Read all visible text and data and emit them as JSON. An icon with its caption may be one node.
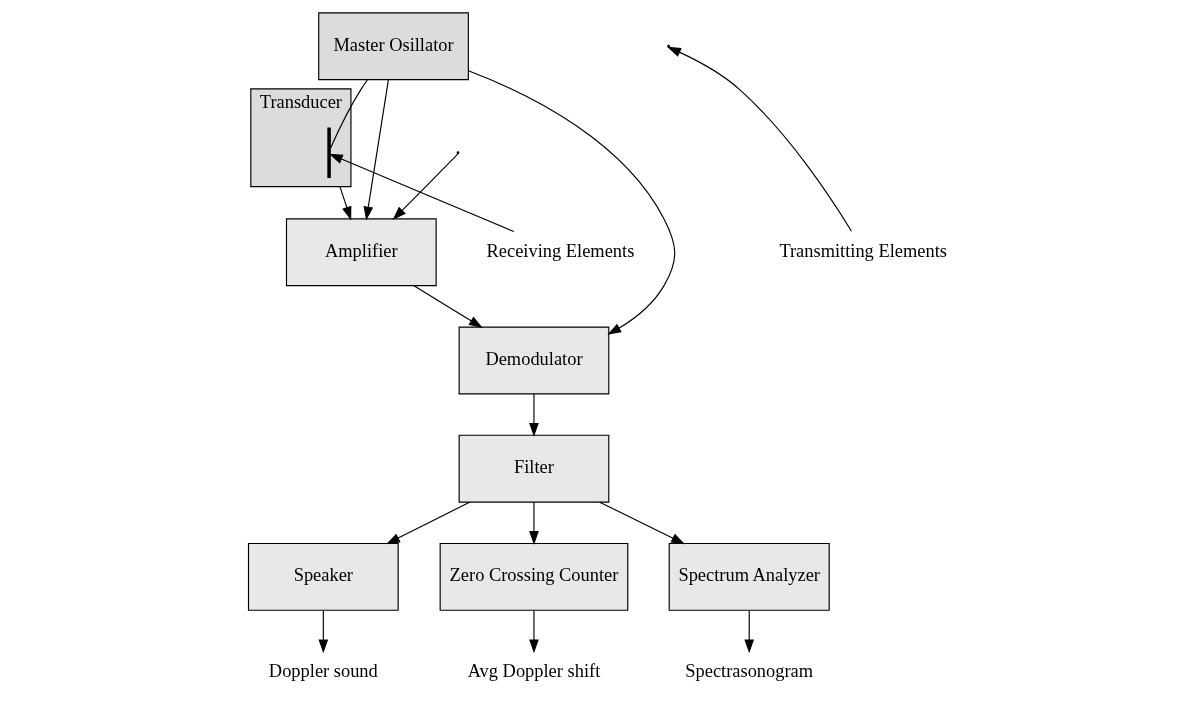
{
  "diagram": {
    "nodes": [
      {
        "text": [
          "Master Osillator"
        ]
      },
      {
        "text": [
          "Transducer"
        ]
      },
      {
        "text": [],
        "shape": "bar",
        "in": 1
      },
      {
        "text": [
          "Amplifier"
        ]
      },
      {
        "text": [
          "Demodulator"
        ]
      },
      {
        "text": [
          "Filter"
        ]
      },
      {
        "text": [
          "Speaker"
        ]
      },
      {
        "text": [
          "Zero Crossing Counter"
        ]
      },
      {
        "text": [
          "Spectrum Analyzer"
        ]
      },
      {
        "text": [
          "Transmitting Elements"
        ]
      },
      {
        "text": [
          "Receiving Elements"
        ]
      },
      {
        "text": [
          "Doppler sound"
        ]
      },
      {
        "text": [
          "Avg Doppler shift"
        ]
      },
      {
        "text": [
          "Spectrasonogram"
        ]
      }
    ],
    "edges": [
      {
        "from": 0,
        "to": 2,
        "arrow": "none"
      },
      {
        "from": 0,
        "to": 3,
        "arrow": "to"
      },
      {
        "from": null,
        "to": 3,
        "arrow": "to"
      },
      {
        "from": 1,
        "to": 3,
        "arrow": "to"
      },
      {
        "from": 3,
        "to": 4,
        "arrow": "to"
      },
      {
        "from": 0,
        "to": 4,
        "arrow": "to"
      },
      {
        "from": 4,
        "to": 5,
        "arrow": "to"
      },
      {
        "from": 5,
        "to": 6,
        "arrow": "to"
      },
      {
        "from": 5,
        "to": 7,
        "arrow": "to"
      },
      {
        "from": 5,
        "to": 8,
        "arrow": "to"
      },
      {
        "from": 9,
        "to": null,
        "arrow": "to"
      },
      {
        "from": 10,
        "to": 2,
        "arrow": "to"
      },
      {
        "from": 6,
        "to": 11,
        "arrow": "to"
      },
      {
        "from": 7,
        "to": 12,
        "arrow": "to"
      },
      {
        "from": 8,
        "to": 13,
        "arrow": "to"
      }
    ]
  }
}
